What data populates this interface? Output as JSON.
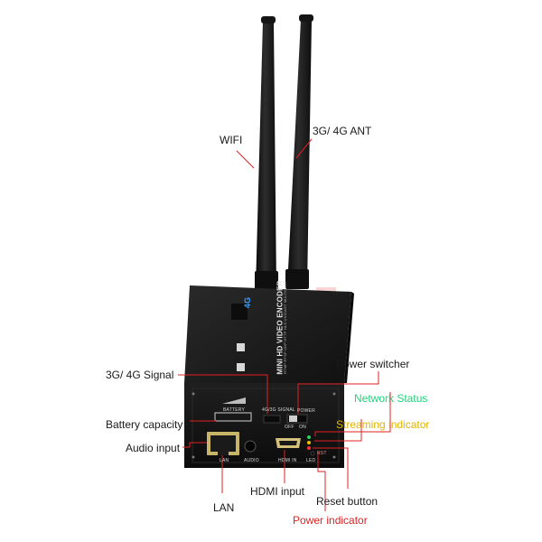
{
  "callouts": {
    "wifi": "WIFI",
    "ant": "3G/ 4G ANT",
    "signal": "3G/ 4G Signal",
    "power_switcher": "Power switcher",
    "network_status": "Network Status",
    "streaming_indicator": "Streaming indicator",
    "battery_capacity": "Battery capacity",
    "audio_input": "Audio input",
    "lan": "LAN",
    "hdmi_input": "HDMI input",
    "reset_button": "Reset button",
    "power_indicator": "Power indicator"
  },
  "device": {
    "badge": "4G",
    "top_title": "MINI HD VIDEO ENCODER",
    "top_subtitle": "RTMP RTSP UDP HTTP HLS UNICAST MULTICAST",
    "panel": {
      "battery": "BATTERY",
      "signal": "4G/3G SIGNAL",
      "power": "POWER",
      "off": "OFF",
      "on": "ON",
      "lan": "LAN",
      "audio": "AUDIO",
      "hdmi": "HDMI IN",
      "rst": "RST",
      "led": "LED"
    }
  },
  "colors": {
    "device_body": "#1c1c1c",
    "leader_lines": "#e02020",
    "network_label": "#22d27a",
    "streaming_label": "#e0b400",
    "power_label": "#e02020"
  },
  "icons": {
    "antennas": "antenna-icon",
    "ethernet_port": "ethernet-port-icon",
    "hdmi_port": "hdmi-port-icon"
  }
}
